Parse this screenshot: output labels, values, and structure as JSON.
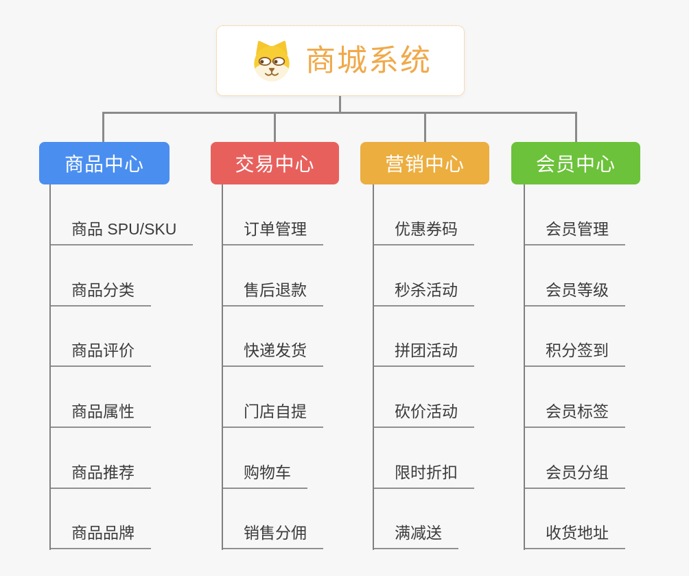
{
  "page": {
    "background": "#f7f7f7",
    "connector_color": "#8a8a8a",
    "leaf_text_color": "#3b3b3b"
  },
  "root": {
    "title": "商城系统",
    "icon": "dog-face-icon",
    "text_color": "#f0a94a",
    "border_color": "#f2b964"
  },
  "branches": [
    {
      "label": "商品中心",
      "color": "#4a8ef0",
      "children": [
        "商品 SPU/SKU",
        "商品分类",
        "商品评价",
        "商品属性",
        "商品推荐",
        "商品品牌"
      ]
    },
    {
      "label": "交易中心",
      "color": "#e8605c",
      "children": [
        "订单管理",
        "售后退款",
        "快递发货",
        "门店自提",
        "购物车",
        "销售分佣"
      ]
    },
    {
      "label": "营销中心",
      "color": "#ecae3f",
      "children": [
        "优惠券码",
        "秒杀活动",
        "拼团活动",
        "砍价活动",
        "限时折扣",
        "满减送"
      ]
    },
    {
      "label": "会员中心",
      "color": "#6cc23a",
      "children": [
        "会员管理",
        "会员等级",
        "积分签到",
        "会员标签",
        "会员分组",
        "收货地址"
      ]
    }
  ]
}
